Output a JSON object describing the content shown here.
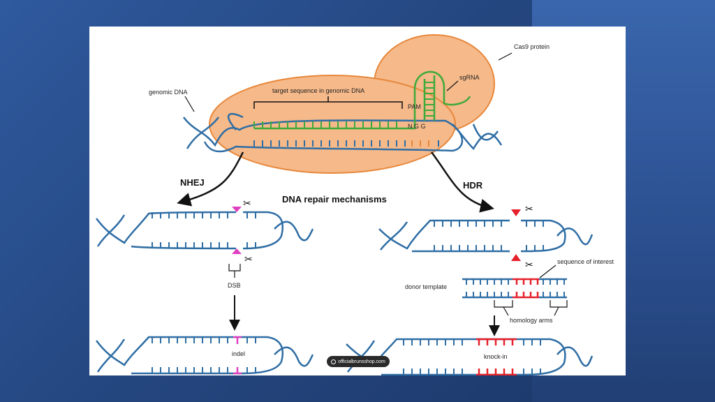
{
  "colors": {
    "dna": "#2e6da4",
    "nucleus": "#f5b98a",
    "nucleus_stroke": "#e8873a",
    "guide": "#3daa3a",
    "nhej_mark": "#e040c0",
    "hdr_mark": "#e5202a",
    "cut": "#ee1111"
  },
  "labels": {
    "genomic_dna": "genomic DNA",
    "target_sequence": "target sequence in genomic DNA",
    "pam": "PAM",
    "ngg": "N  G  G",
    "sgrna": "sgRNA",
    "cas9": "Cas9 protein",
    "nhej": "NHEJ",
    "hdr": "HDR",
    "repair_title": "DNA repair mechanisms",
    "dsb": "DSB",
    "indel": "indel",
    "sequence_of_interest": "sequence of interest",
    "donor_template": "donor template",
    "homology_arms": "homology arms",
    "knock_in": "knock-in"
  },
  "icons": [
    "scissors-icon",
    "arrow-icon",
    "link-icon"
  ],
  "watermark": "officialbrunsshop.com"
}
